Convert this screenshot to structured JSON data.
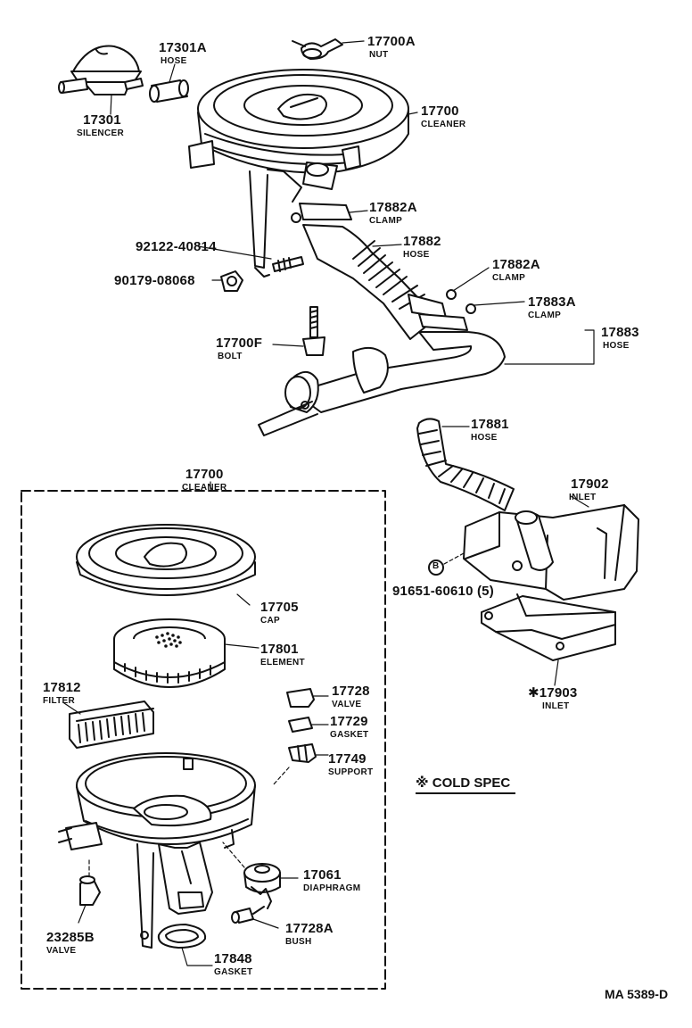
{
  "parts": {
    "p17700A": {
      "num": "17700A",
      "name": "NUT"
    },
    "p17301A": {
      "num": "17301A",
      "name": "HOSE"
    },
    "p17301": {
      "num": "17301",
      "name": "SILENCER"
    },
    "p17700_top": {
      "num": "17700",
      "name": "CLEANER"
    },
    "p17882A_1": {
      "num": "17882A",
      "name": "CLAMP"
    },
    "p92122": {
      "num": "92122-40814"
    },
    "p17882": {
      "num": "17882",
      "name": "HOSE"
    },
    "p90179": {
      "num": "90179-08068"
    },
    "p17882A_2": {
      "num": "17882A",
      "name": "CLAMP"
    },
    "p17883A": {
      "num": "17883A",
      "name": "CLAMP"
    },
    "p17883": {
      "num": "17883",
      "name": "HOSE"
    },
    "p17700F": {
      "num": "17700F",
      "name": "BOLT"
    },
    "p17881": {
      "num": "17881",
      "name": "HOSE"
    },
    "p17700_box": {
      "num": "17700",
      "name": "CLEANER"
    },
    "p17902": {
      "num": "17902",
      "name": "INLET"
    },
    "p91651": {
      "num": "91651-60610 (5)"
    },
    "p17705": {
      "num": "17705",
      "name": "CAP"
    },
    "p17801": {
      "num": "17801",
      "name": "ELEMENT"
    },
    "p17903": {
      "num": "✱17903",
      "name": "INLET"
    },
    "p17812": {
      "num": "17812",
      "name": "FILTER"
    },
    "p17728": {
      "num": "17728",
      "name": "VALVE"
    },
    "p17729": {
      "num": "17729",
      "name": "GASKET"
    },
    "p17749": {
      "num": "17749",
      "name": "SUPPORT"
    },
    "p17061": {
      "num": "17061",
      "name": "DIAPHRAGM"
    },
    "p23285B": {
      "num": "23285B",
      "name": "VALVE"
    },
    "p17728A": {
      "num": "17728A",
      "name": "BUSH"
    },
    "p17848": {
      "num": "17848",
      "name": "GASKET"
    }
  },
  "notes": {
    "cold_spec": "※ COLD SPEC",
    "drawing_code": "MA 5389-D",
    "bolt_marker": "B"
  }
}
